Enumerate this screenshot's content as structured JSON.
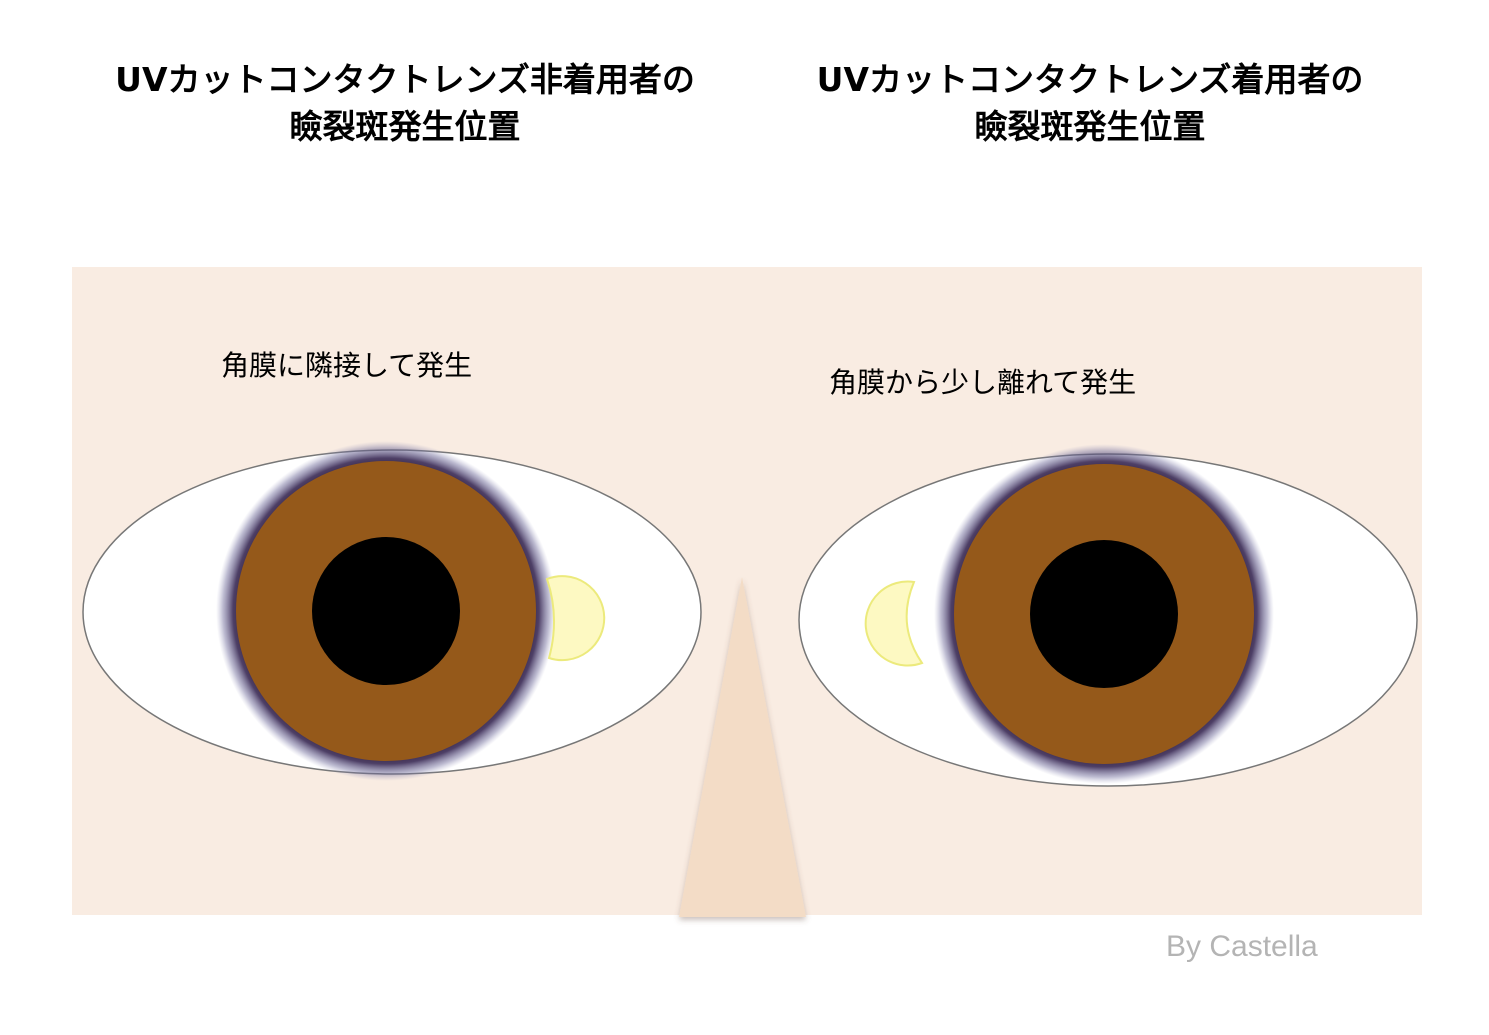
{
  "left_panel": {
    "title_line1": "UVカットコンタクトレンズ非着用者の",
    "title_line2": "瞼裂斑発生位置",
    "caption": "角膜に隣接して発生"
  },
  "right_panel": {
    "title_line1": "UVカットコンタクトレンズ着用者の",
    "title_line2": "瞼裂斑発生位置",
    "caption": "角膜から少し離れて発生"
  },
  "credit": "By Castella",
  "colors": {
    "skin": "#f9ece2",
    "nose": "#f3dcc6",
    "sclera": "#ffffff",
    "iris": "#95591a",
    "iris_ring": "#2a1530",
    "pupil": "#000000",
    "pinguecula": "#fdf9c2",
    "pinguecula_edge": "#ecea7c",
    "credit_text": "#b4b4b4"
  }
}
